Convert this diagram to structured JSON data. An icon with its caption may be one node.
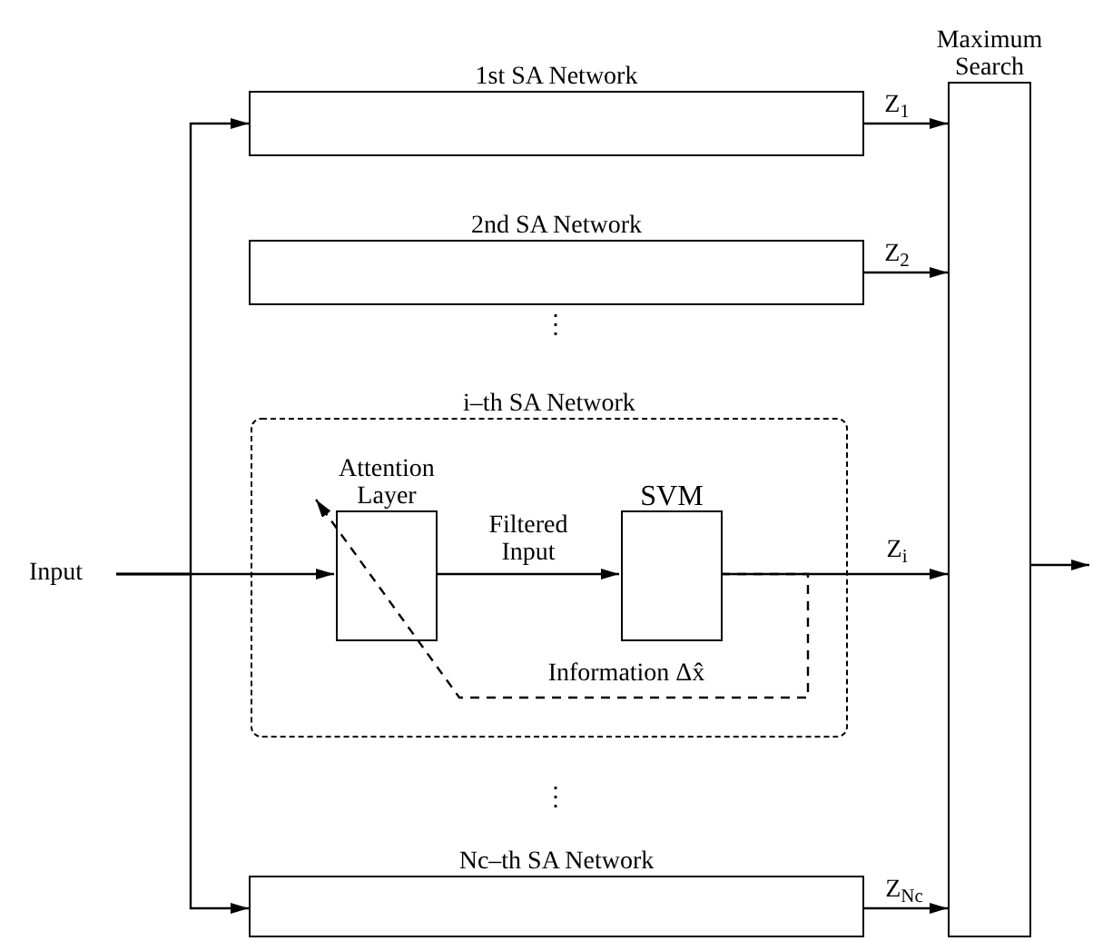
{
  "diagram": {
    "nodes": [
      {
        "text": [
          "Input"
        ]
      },
      {
        "text": [
          "1st SA Network"
        ]
      },
      {
        "text": [
          "2nd SA Network"
        ]
      },
      {
        "text": [
          "i–th SA Network"
        ]
      },
      {
        "text": [
          "Attention Layer"
        ],
        "in": 3
      },
      {
        "text": [
          "SVM"
        ],
        "in": 3
      },
      {
        "text": [
          "Nc–th SA Network"
        ]
      },
      {
        "text": [
          "Maximum Search"
        ]
      }
    ],
    "edges": [
      {
        "from": 0,
        "to": 1,
        "arrow": "to"
      },
      {
        "from": 0,
        "to": 4,
        "arrow": "to"
      },
      {
        "from": 0,
        "to": 6,
        "arrow": "to"
      },
      {
        "from": 4,
        "to": 5,
        "arrow": "to",
        "label": "Filtered Input"
      },
      {
        "from": 1,
        "to": 7,
        "arrow": "to",
        "label": "Z$_{1}$"
      },
      {
        "from": 2,
        "to": 7,
        "arrow": "to",
        "label": "Z$_{2}$"
      },
      {
        "from": 5,
        "to": 7,
        "arrow": "to",
        "label": "Z$_{i}$"
      },
      {
        "from": 5,
        "to": 4,
        "arrow": "to",
        "label": "Information Δx̂",
        "style": "dashed"
      },
      {
        "from": 6,
        "to": 7,
        "arrow": "to",
        "label": "Z$_{Nc}$"
      },
      {
        "from": 7,
        "to": null,
        "arrow": "to"
      }
    ],
    "labels": [
      "⋮",
      "⋮"
    ]
  }
}
